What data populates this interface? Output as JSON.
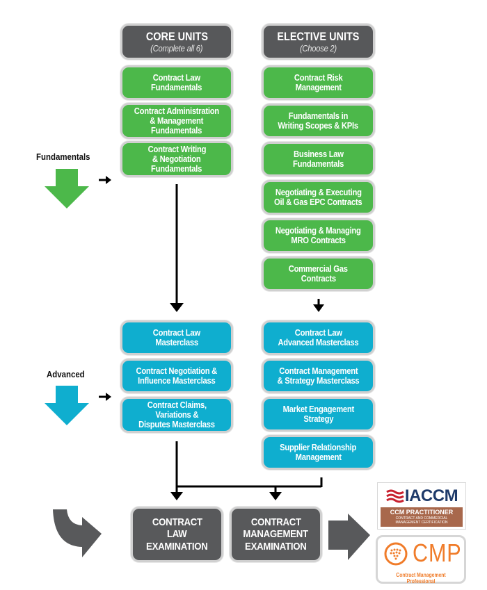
{
  "columns": {
    "core": {
      "title": "CORE UNITS",
      "subtitle": "(Complete all 6)"
    },
    "elective": {
      "title": "ELECTIVE UNITS",
      "subtitle": "(Choose 2)"
    }
  },
  "levels": {
    "fundamentals": {
      "label": "Fundamentals",
      "color": "#4cb84a"
    },
    "advanced": {
      "label": "Advanced",
      "color": "#0faecf"
    }
  },
  "core_fundamentals": [
    [
      "Contract Law",
      "Fundamentals"
    ],
    [
      "Contract Administration",
      "& Management",
      "Fundamentals"
    ],
    [
      "Contract Writing",
      "& Negotiation",
      "Fundamentals"
    ]
  ],
  "elective_fundamentals": [
    [
      "Contract Risk",
      "Management"
    ],
    [
      "Fundamentals in",
      "Writing Scopes & KPIs"
    ],
    [
      "Business Law",
      "Fundamentals"
    ],
    [
      "Negotiating & Executing",
      "Oil & Gas EPC Contracts"
    ],
    [
      "Negotiating & Managing",
      "MRO Contracts"
    ],
    [
      "Commercial Gas",
      "Contracts"
    ]
  ],
  "core_advanced": [
    [
      "Contract Law",
      "Masterclass"
    ],
    [
      "Contract Negotiation &",
      "Influence Masterclass"
    ],
    [
      "Contract Claims,",
      "Variations &",
      "Disputes Masterclass"
    ]
  ],
  "elective_advanced": [
    [
      "Contract Law",
      "Advanced Masterclass"
    ],
    [
      "Contract Management",
      "& Strategy Masterclass"
    ],
    [
      "Market Engagement",
      "Strategy"
    ],
    [
      "Supplier Relationship",
      "Management"
    ]
  ],
  "exams": [
    [
      "CONTRACT",
      "LAW",
      "EXAMINATION"
    ],
    [
      "CONTRACT",
      "MANAGEMENT",
      "EXAMINATION"
    ]
  ],
  "certifications": {
    "iaccm": {
      "brand": "IACCM",
      "title": "CCM PRACTITIONER",
      "line1": "CONTRACT AND COMMERCIAL",
      "line2": "MANAGEMENT CERTIFICATION",
      "color": "#a8684c"
    },
    "cmp": {
      "brand": "CMP",
      "tagline": "Contract Management Professional",
      "color": "#f07c2a"
    }
  }
}
